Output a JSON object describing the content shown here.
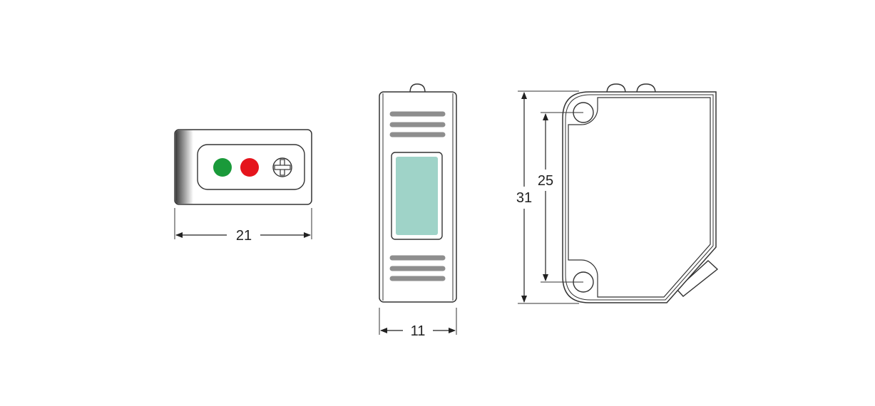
{
  "dimensions": {
    "top_view_width": "21",
    "front_view_width": "11",
    "side_view_height": "31",
    "side_view_hole_spacing": "25"
  },
  "colors": {
    "outline": "#333333",
    "led_green": "#1a9a3a",
    "led_red": "#e5141c",
    "lens": "#9fd3c8",
    "vent_slots": "#8e8e8e"
  },
  "icons": {
    "adjust_screw": "crosshair-screw-icon"
  }
}
